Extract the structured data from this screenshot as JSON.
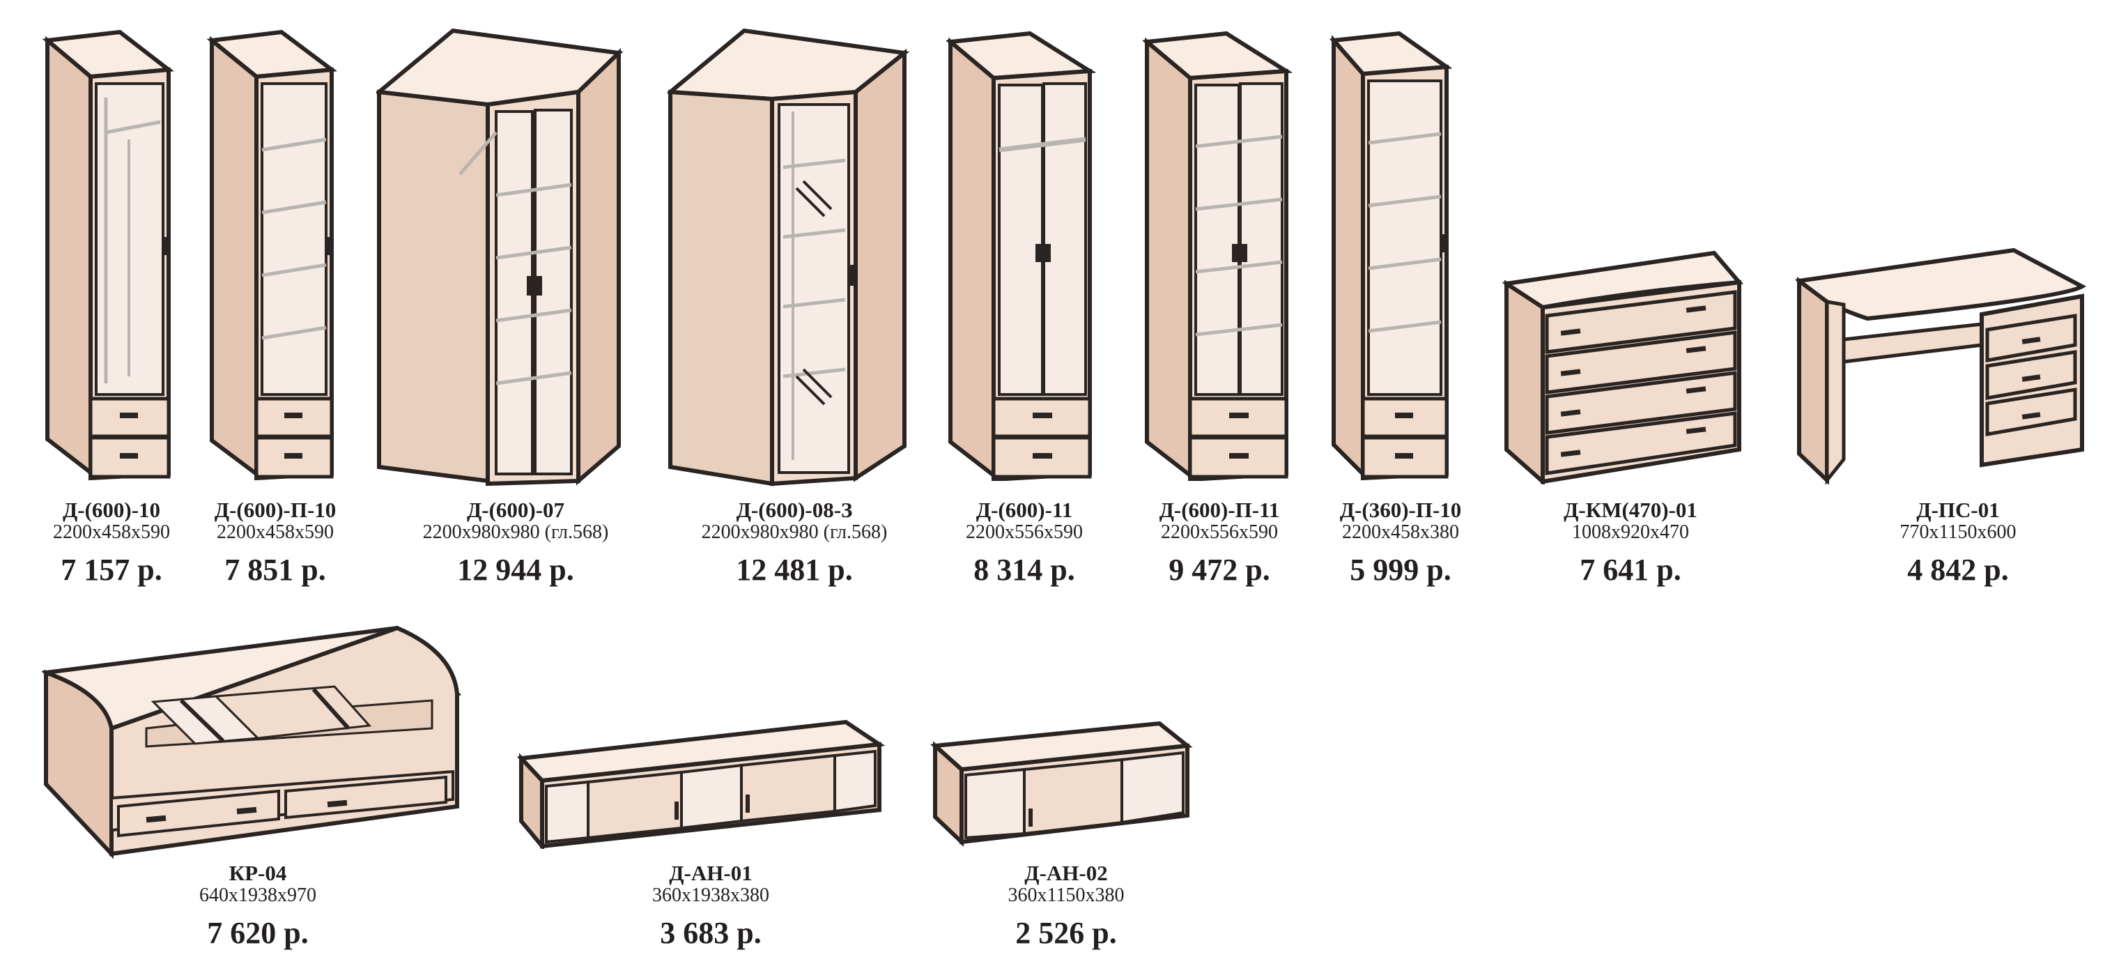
{
  "colors": {
    "body": "#f1dccd",
    "body_dark": "#e4c6b2",
    "top": "#f8ece3",
    "outline": "#2a2422",
    "glass": "#f6ece5",
    "shelf": "#b9b4b0"
  },
  "items": [
    {
      "icon": "single-door-wardrobe-icon",
      "name": "Д-(600)-10",
      "dims": "2200х458х590",
      "price": "7 157 р."
    },
    {
      "icon": "single-glass-door-cabinet-icon",
      "name": "Д-(600)-П-10",
      "dims": "2200х458х590",
      "price": "7 851 р."
    },
    {
      "icon": "corner-wardrobe-icon",
      "name": "Д-(600)-07",
      "dims": "2200х980х980 (гл.568)",
      "price": "12 944 р."
    },
    {
      "icon": "corner-mirror-wardrobe-icon",
      "name": "Д-(600)-08-З",
      "dims": "2200х980х980 (гл.568)",
      "price": "12 481 р."
    },
    {
      "icon": "double-door-wardrobe-icon",
      "name": "Д-(600)-11",
      "dims": "2200х556х590",
      "price": "8 314 р."
    },
    {
      "icon": "double-glass-door-cabinet-icon",
      "name": "Д-(600)-П-11",
      "dims": "2200х556х590",
      "price": "9 472 р."
    },
    {
      "icon": "narrow-glass-cabinet-icon",
      "name": "Д-(360)-П-10",
      "dims": "2200х458х380",
      "price": "5 999 р."
    },
    {
      "icon": "chest-of-drawers-icon",
      "name": "Д-КМ(470)-01",
      "dims": "1008х920х470",
      "price": "7 641 р."
    },
    {
      "icon": "writing-desk-icon",
      "name": "Д-ПС-01",
      "dims": "770х1150х600",
      "price": "4 842 р."
    },
    {
      "icon": "bed-with-drawers-icon",
      "name": "КР-04",
      "dims": "640х1938х970",
      "price": "7 620 р."
    },
    {
      "icon": "wall-shelf-long-icon",
      "name": "Д-АН-01",
      "dims": "360х1938х380",
      "price": "3 683 р."
    },
    {
      "icon": "wall-shelf-short-icon",
      "name": "Д-АН-02",
      "dims": "360х1150х380",
      "price": "2 526 р."
    }
  ]
}
